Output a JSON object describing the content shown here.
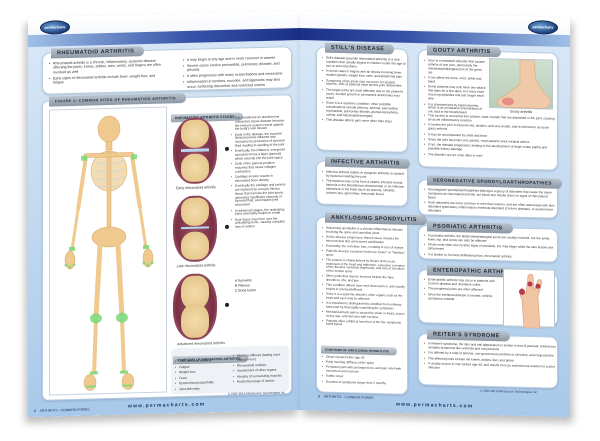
{
  "brand": {
    "logo_text": "permacharts",
    "url": "www.permacharts.com"
  },
  "left_page": {
    "page_number": "2",
    "footer_label": "ARTHRITIS  -  COMMON FORMS",
    "copyright": "© 2005-2016 Mindsource Technologies Inc.",
    "rheumatoid": {
      "title": "Rheumatoid Arthritis",
      "col1": [
        "Rheumatoid arthritis is a chronic, inflammatory, systemic disease affecting the joints, knees, ankles, toes, wrists, and fingers are often involved as well",
        "Early signs of rheumatoid arthritis include fever, weight loss, and fatigue"
      ],
      "col2": [
        "It may begin at any age and is more common in women",
        "Severe cases involve pericarditis, pulmonary disease, and pleuritis",
        "It often progresses with many exacerbations and remissions",
        "Inflammation in tendons, muscles, and ligaments may also occur, furthering discomfort and restricted motion"
      ]
    },
    "figure1": {
      "title": "Figure 1: Common Sites of Rheumatoid Arthritis"
    },
    "stages": {
      "title": "Rheumatoid Arthritis Stages",
      "captions": [
        "Early rheumatoid arthritis",
        "Late rheumatoid arthritis",
        "Advanced rheumatoid arthritis"
      ],
      "bullets": [
        "It is considered an autoimmune connective tissue disease because the immune system reacts against the body's own tissues",
        "Early in the disease, the synovial lining becomes inflamed and increases its production of synovial fluid, leading to swelling of the joint",
        "Eventually, the inflamed, overgrown synovium forms a layer (pannus) which extends into the joint space",
        "Cells of the pannus produce enzymes that cause collagen contraction",
        "Cartilage erosion results in decreased bone density",
        "Eventually the cartilage and pannus are replaced by a tough, fibrous tissue that narrows the joint space, generates insufficient amounts of synovial fluid, and impairs joint movement",
        "In advanced stages, the underlying bone eventually begins to erode",
        "Scar tissue may form over the articulating bone, causing complete loss of motion"
      ],
      "legend": [
        "A  Synovitis",
        "B  Pannus",
        "C  Bone fusion"
      ]
    },
    "symptoms": {
      "title": "Symptoms of Rheumatoid Arthritis",
      "col1": [
        "Joint pain and swelling",
        "Fatigue",
        "Weight loss",
        "Fever",
        "Symmetrical polyarthritis",
        "Joint deformity"
      ],
      "col2": [
        "Morning stiffness (lasting more than an hour)",
        "Rheumatoid nodules",
        "Involvement of other organs",
        "Atrophy of surrounding muscles",
        "Restricted range of motion"
      ]
    }
  },
  "right_page": {
    "page_number": "3",
    "footer_label": "ARTHRITIS  -  COMMON FORMS",
    "copyright": "© 2005-2016 Mindsource Technologies Inc.",
    "stills": {
      "title": "Still's Disease",
      "bullets": [
        "Still's disease (juvenile rheumatoid arthritis) is a rare condition that usually begins in children under the age of two or around puberty",
        "In some cases it begins with an illness involving fever, swollen glands, weight loss, rash, and abdominal pain",
        "Symptoms of the joints may not occur for several months; 10% of patients have severe joint deformities",
        "The larger joints are most affected; due to the patient's youth, stunted growth or permanent deformities may result",
        "Since it is a systemic condition, other possible complications include pleurisy, anemia, pericarditis, myocarditis, pulmonary fibrosis, glomerulonephritis, uveitis, and hepatosplenomegaly",
        "This disease affects girls more often than boys"
      ]
    },
    "infective": {
      "title": "Infective Arthritis",
      "bullets": [
        "Infective arthritis (septic or pyogenic arthritis) is caused by bacteria invading the joint",
        "The bacteria may come from a nearby infected wound, bacteria in the bloodstream (bacteremia) or an infection elsewhere in the body (such as anemia, cellulitis, chicken pox, gonorrhea, rheumatic fever)"
      ]
    },
    "ankylosing": {
      "title": "Ankylosing Spondylitis",
      "bullets": [
        "Ankylosing spondylitis is a chronic inflammatory disease involving the spine and sacroiliac joints",
        "As the disease progresses, fibrous tissue invades the intervertebral disc and causes calcification",
        "Eventually, the vertebrae fuse, resulting in loss of motion",
        "Patients develop a posture known as \"poker\" or \"bamboo\" spine",
        "The posture is characterized by flexion of the neck, protrusion of the head and abdomen, excessive curvature of the thoracic vertebrae (kyphosis), and loss of curvature of the lumbar spine",
        "Other joints that may be involved include the hips, shoulders, ribs, and jaw",
        "This condition affects more men than women, and usually begins in young adulthood",
        "Since it is a systemic disorder, other organs such as the heart and eyes may be affected",
        "It is important to distinguish this condition from ordinary back pain by thoroughly examining the symptoms",
        "Mechanical back pain is caused by strain or injury, occurs at any age, and worsens with exercise",
        "Patients often exhibit at least four of the five symptoms listed below"
      ],
      "symptoms_title": "Symptoms of Ankylosing Spondylitis",
      "symptoms": [
        "Onset of pain before age 40",
        "Early morning stiffness of the spine",
        "Persistent pain with prolonged rest, and pain relief with movement and exercise",
        "Subtle onset",
        "Duration of symptoms longer than 3 months"
      ]
    },
    "gouty": {
      "title": "Gouty Arthritis",
      "caption": "Gouty arthritis",
      "bullets_narrow": [
        "Gout is a metabolic disorder that causes arthritis of one joint, particularly the metatarsophalangeal joint of the great toe",
        "It can affect the knee, wrist, ankle and hand",
        "Some patients may only have one attack that lasts for a few days, but many have recurring episodes that last longer each time",
        "It is characterized by hyperuricemia, which is an increased concentration of uric acid in the bloodstream"
      ],
      "bullets_wide": [
        "This excess is converted into sodium urate crystals that are deposited in the joint, causing an acute inflammatory reaction",
        "It causes the joint to become red, swollen, and very tender, and is referred to as acute gouty arthritis",
        "It may be accompanied by chills and fever",
        "Since the joint becomes very painful, most patients seek medical advice",
        "If not, the disease progresses, leading to the development of large nodes (tophi) and possible kidney damage",
        "The disorder occurs most often in men"
      ]
    },
    "seronegative": {
      "title": "Seronegative Spondyloarthropathies",
      "bullets": [
        "Seronegative spondyloarthropathies belong to a group of disorders that cause the same symptoms as rheumatoid arthritis, but blood test results show no signs of rheumatoid factor",
        "Such disorders are more common in men than women, and are often associated with skin disorders (psoriasis), inflammatory intestinal disorders (Crohn's disease), or autoimmune disorders"
      ]
    },
    "psoriatic": {
      "title": "Psoriatic Arthritis",
      "bullets": [
        "In psoriatic arthritis, the distal interphalangeal joints are usually involved, but the ankle, knee, hip, and wrists can also be affected",
        "Onset most often occurs after signs of psoriasis, but may begin while the skin lesions are still present",
        "It is similar to, but less debilitating than, rheumatoid arthritis"
      ]
    },
    "enteropathic": {
      "title": "Enteropathic Arthritis",
      "bullets": [
        "Enteropathic arthritis may occur in patients with Crohn's disease and ulcerative colitis",
        "The peripheral joints are often affected",
        "Once the intestinal disease is treated, arthritic symptoms subside"
      ]
    },
    "reiters": {
      "title": "Reiter's Syndrome",
      "bullets": [
        "In Reiter's syndrome, the skin and nail appearance is similar to that of psoriatic arthritis but includes symptoms like urethritis and conjunctivitis",
        "It is defined by a triad of arthritis, non-gonococcal urethritis or cervicitis, and conjunctivitis",
        "The affected joints include the knees, ankles, feet, and pelvis",
        "It usually occurs in men before age 40, and results from an autoimmune reaction to a prior infection"
      ]
    }
  },
  "colors": {
    "page_bg": "#a9c9ea",
    "band_dark": "#1b2f86",
    "title_tab": "#8c98a4",
    "joint_highlight": "#6fd06f",
    "bone": "#efc98e"
  }
}
